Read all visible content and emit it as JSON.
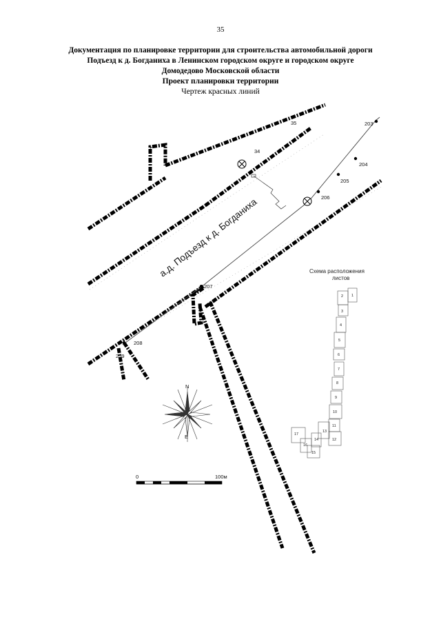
{
  "page_number": "35",
  "title_lines": [
    "Документация по планировке территории для строительства автомобильной дороги",
    "Подъезд к д. Богданиха в Ленинском городском округе и городском округе",
    "Домодедово Московской области",
    "Проект планировки территории"
  ],
  "subtitle": "Чертеж красных линий",
  "road_label": "а.д. Подъезд к д. Богданиха",
  "point_labels": {
    "p35": "35",
    "p34": "34",
    "p203": "203",
    "p204": "204",
    "p205": "205",
    "p206": "206",
    "p207": "207",
    "p208": "208",
    "p209": "209"
  },
  "compass_letters": {
    "north": "N",
    "east": "E"
  },
  "scale_bar": {
    "start_label": "0",
    "end_label": "100м"
  },
  "sheet_scheme": {
    "title_line1": "Схема расположения",
    "title_line2": "листов",
    "sheets": [
      "2",
      "1",
      "3",
      "4",
      "5",
      "6",
      "7",
      "8",
      "9",
      "10",
      "11",
      "13",
      "12",
      "17",
      "14",
      "16",
      "15"
    ]
  },
  "colors": {
    "red_line": "#000000",
    "axis_line": "#333333",
    "background": "#ffffff"
  }
}
